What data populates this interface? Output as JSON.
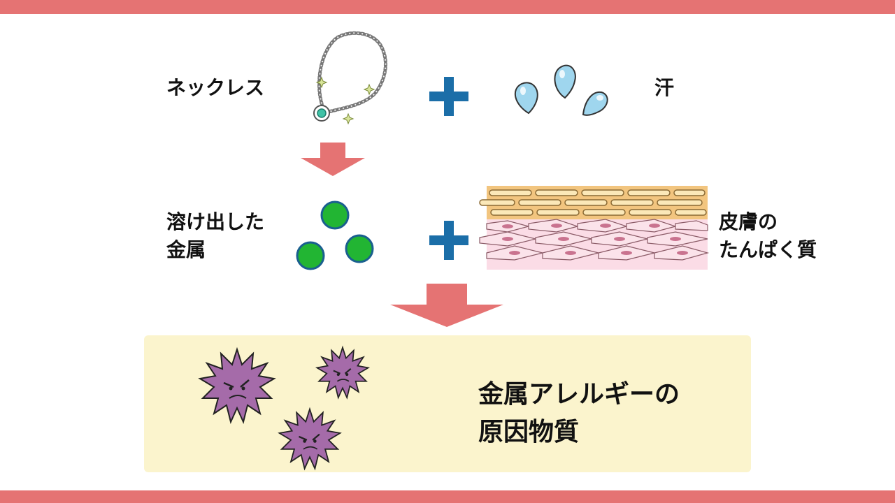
{
  "row1": {
    "left_label": "ネックレス",
    "right_label": "汗"
  },
  "row2": {
    "left_label": "溶け出した\n金属",
    "right_label": "皮膚の\nたんぱく質"
  },
  "result": {
    "label": "金属アレルギーの\n原因物質"
  },
  "colors": {
    "bar": "#e57373",
    "arrow": "#e57373",
    "plus": "#1b6ea8",
    "metal": "#22b533",
    "germ": "#a56ba9",
    "result_bg": "#fbf4cd",
    "drop": "#9fd6ee"
  }
}
